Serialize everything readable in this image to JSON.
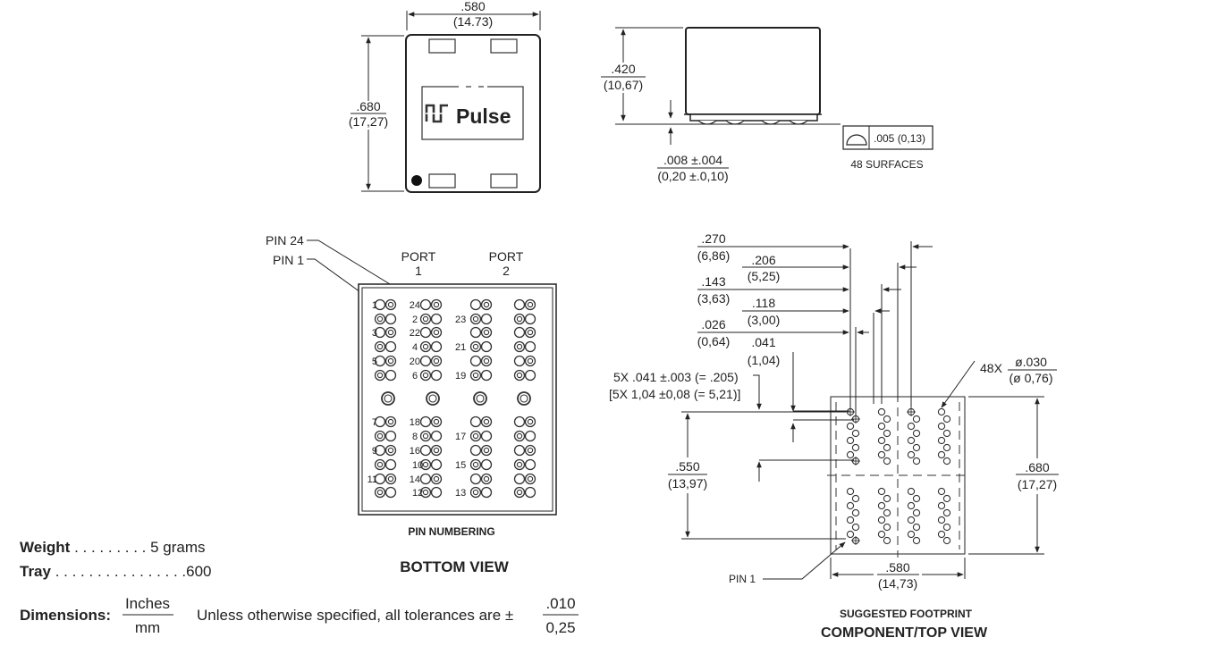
{
  "top_view": {
    "width_in": ".580",
    "width_mm": "(14.73)",
    "height_in": ".680",
    "height_mm": "(17,27)",
    "logo_text": "Pulse"
  },
  "side_view": {
    "height_in": ".420",
    "height_mm": "(10,67)",
    "standoff_in": ".008  ±.004",
    "standoff_mm": "(0,20  ±.0,10)",
    "flatness_value": ".005 (0,13)",
    "surfaces_label": "48 SURFACES"
  },
  "bottom_view": {
    "pin24_label": "PIN 24",
    "pin1_label": "PIN 1",
    "port1_label": [
      "PORT",
      "1"
    ],
    "port2_label": [
      "PORT",
      "2"
    ],
    "pin_numbers_left": [
      "1",
      "2",
      "3",
      "4",
      "5",
      "6",
      "7",
      "8",
      "9",
      "10",
      "11",
      "12"
    ],
    "pin_numbers_right": [
      "24",
      "23",
      "22",
      "21",
      "20",
      "19",
      "18",
      "17",
      "16",
      "15",
      "14",
      "13"
    ],
    "caption": "PIN NUMBERING",
    "title": "BOTTOM VIEW"
  },
  "footprint": {
    "d270": [
      ".270",
      "(6,86)"
    ],
    "d206": [
      ".206",
      "(5,25)"
    ],
    "d143": [
      ".143",
      "(3,63)"
    ],
    "d118": [
      ".118",
      "(3,00)"
    ],
    "d026": [
      ".026",
      "(0,64)"
    ],
    "d041": [
      ".041",
      "(1,04)"
    ],
    "pitch_in": "5X .041  ±.003 (= .205)",
    "pitch_mm": "[5X 1,04  ±0,08 (= 5,21)]",
    "hole_count": "48X",
    "hole_in": "ø.030",
    "hole_mm": "(ø 0,76)",
    "d550": [
      ".550",
      "(13,97)"
    ],
    "d680": [
      ".680",
      "(17,27)"
    ],
    "d580": [
      ".580",
      "(14,73)"
    ],
    "pin1_label": "PIN 1",
    "caption": "SUGGESTED FOOTPRINT",
    "title": "COMPONENT/TOP VIEW"
  },
  "specs": {
    "weight_label": "Weight",
    "weight_dots": " . . . . . . . . . ",
    "weight_value": "5 grams",
    "tray_label": "Tray",
    "tray_dots": " . . . . . . . . . . . . . . . .",
    "tray_value": "600",
    "dim_label": "Dimensions:",
    "dim_top": "Inches",
    "dim_bottom": "mm",
    "tolerance_text": "Unless otherwise specified, all tolerances are ±",
    "tol_top": ".010",
    "tol_bottom": "0,25"
  }
}
